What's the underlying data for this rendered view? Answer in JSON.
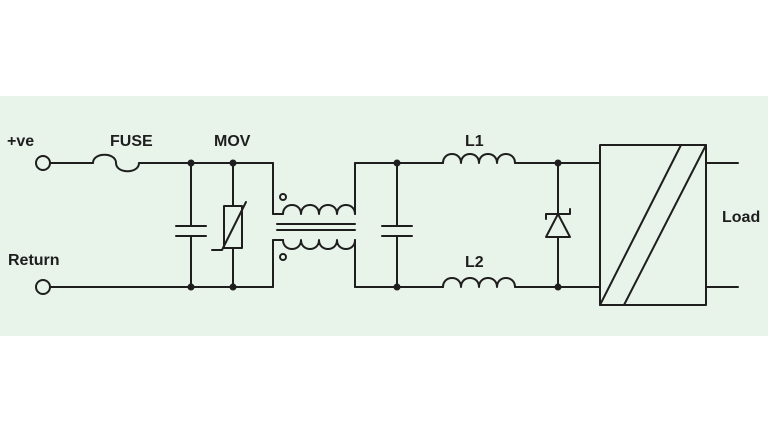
{
  "diagram": {
    "background_color": "#e8f3e9",
    "line_color": "#1e1e1e",
    "labels": {
      "positive": "+ve",
      "return": "Return",
      "fuse": "FUSE",
      "mov": "MOV",
      "l1": "L1",
      "l2": "L2",
      "load": "Load"
    }
  }
}
